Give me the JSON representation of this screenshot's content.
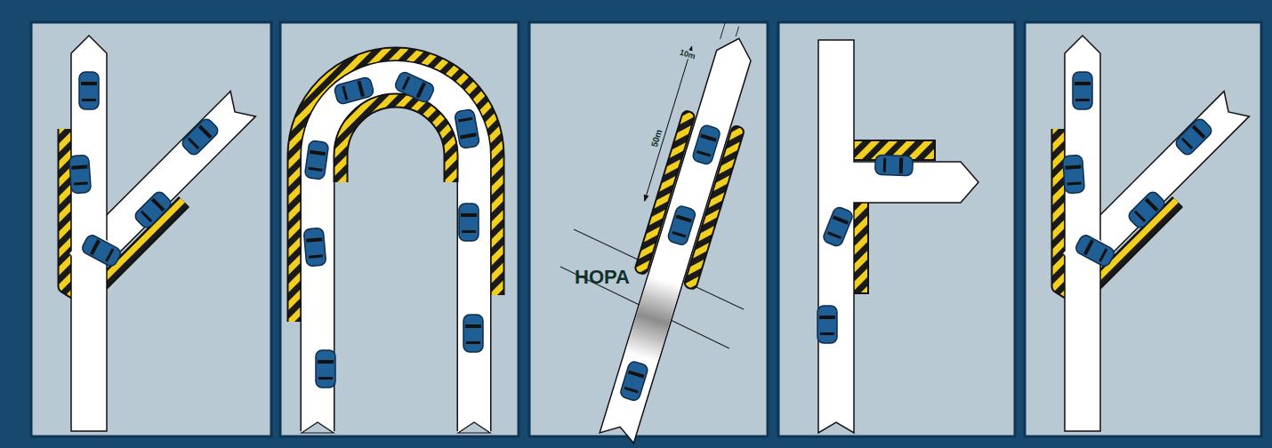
{
  "diagram": {
    "labels": [
      "10m",
      "50m",
      "HOPA"
    ]
  }
}
